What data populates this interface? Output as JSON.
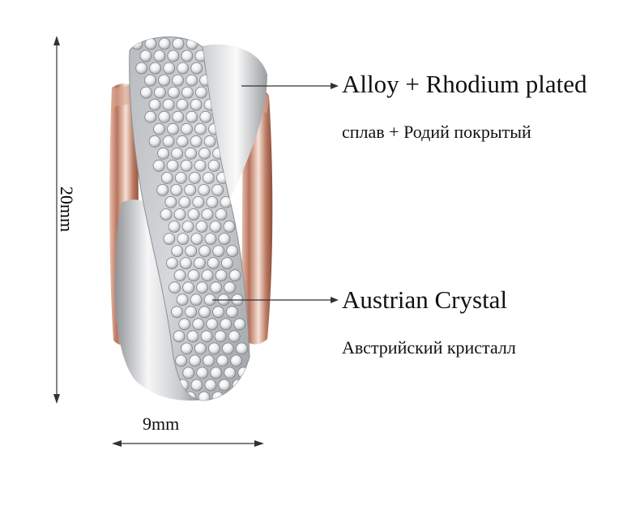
{
  "labels": {
    "material_en": "Alloy + Rhodium plated",
    "material_ru": "сплав + Родий покрытый",
    "crystal_en": "Austrian Crystal",
    "crystal_ru": "Австрийский кристалл",
    "height": "20mm",
    "width": "9mm"
  },
  "colors": {
    "rose_gold": "#c8876f",
    "silver": "#d9dadc",
    "line": "#333333",
    "text": "#111111"
  }
}
